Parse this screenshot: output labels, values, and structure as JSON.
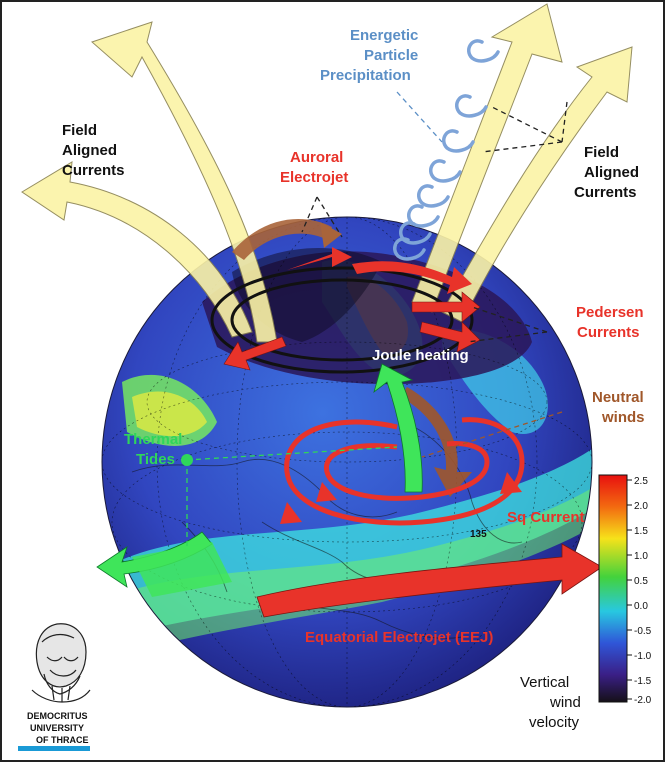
{
  "labels": {
    "fac_left": [
      "Field",
      "Aligned",
      "Currents"
    ],
    "fac_right": [
      "Field",
      "Aligned",
      "Currents"
    ],
    "energetic": [
      "Energetic",
      "Particle",
      "Precipitation"
    ],
    "auroral": [
      "Auroral",
      "Electrojet"
    ],
    "pedersen": [
      "Pedersen",
      "Currents"
    ],
    "joule": "Joule heating",
    "neutral": [
      "Neutral",
      "winds"
    ],
    "thermal": [
      "Thermal",
      "Tides"
    ],
    "sq": "Sq Current",
    "eej": "Equatorial Electrojet (EEJ)",
    "map_number": "135"
  },
  "colorbar": {
    "ticks": [
      "2.5",
      "2.0",
      "1.5",
      "1.0",
      "0.5",
      "0.0",
      "-0.5",
      "-1.0",
      "-1.5",
      "-2.0"
    ],
    "title": [
      "Vertical",
      "wind",
      "velocity"
    ]
  },
  "logo": {
    "lines": [
      "DEMOCRITUS",
      "UNIVERSITY",
      "OF THRACE"
    ]
  },
  "colors": {
    "red": "#e8332a",
    "blue": "#5b8fc6",
    "green": "#2fd65a",
    "brown": "#a0572a",
    "yellow": "#fbf3a6"
  }
}
